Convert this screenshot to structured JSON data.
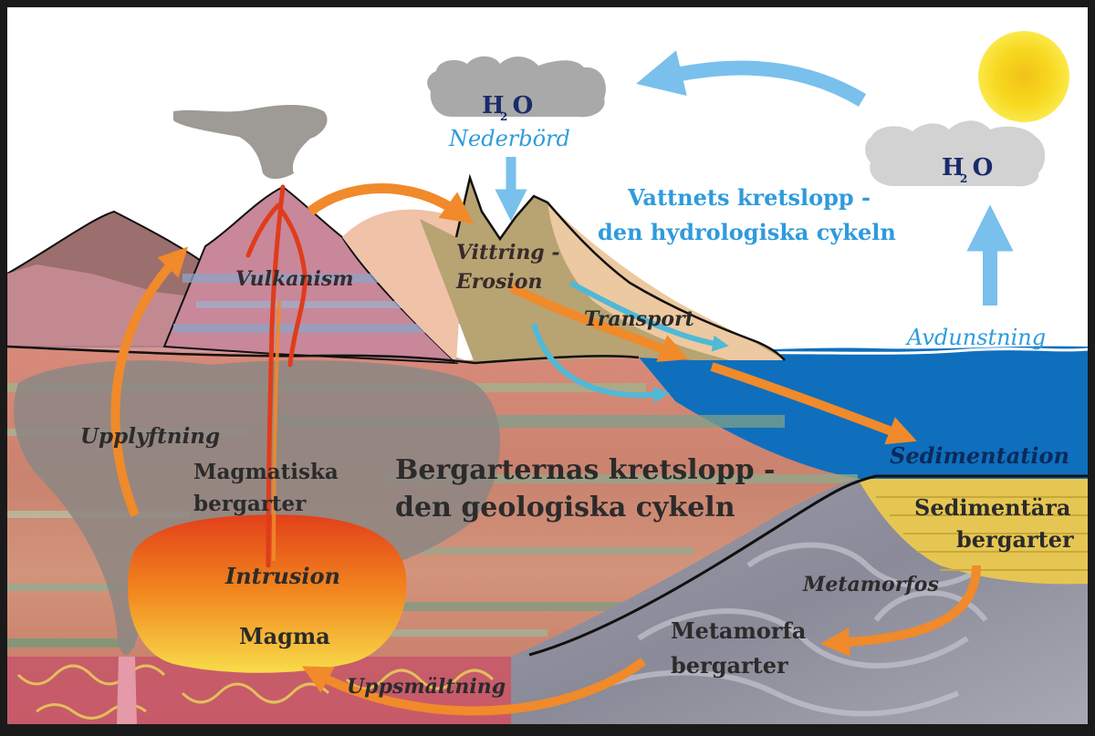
{
  "colors": {
    "sky": "#ffffff",
    "sea": "#0f6fbd",
    "water_arrow": "#79c0ec",
    "rock_arrow": "#f08a2a",
    "water_text": "#2f9bdc",
    "sun": "#f6d21c",
    "magma_top": "#e8471c",
    "magma_bottom": "#f7d84a",
    "text_dark": "#2b2b2b"
  },
  "water_cycle": {
    "cloud_left_label": "H O",
    "cloud_left_subscript": "2",
    "cloud_right_label": "H O",
    "cloud_right_subscript": "2",
    "precipitation": "Nederbörd",
    "evaporation": "Avdunstning",
    "title_line1": "Vattnets kretslopp -",
    "title_line2": "den hydrologiska cykeln"
  },
  "rock_cycle": {
    "title_line1": "Bergarternas kretslopp -",
    "title_line2": "den geologiska cykeln",
    "volcanism": "Vulkanism",
    "weathering_line1": "Vittring -",
    "weathering_line2": "Erosion",
    "transport": "Transport",
    "sedimentation": "Sedimentation",
    "sedimentary_line1": "Sedimentära",
    "sedimentary_line2": "bergarter",
    "metamorphosis": "Metamorfos",
    "metamorphic_line1": "Metamorfa",
    "metamorphic_line2": "bergarter",
    "remelting": "Uppsmältning",
    "magma": "Magma",
    "intrusion": "Intrusion",
    "igneous_line1": "Magmatiska",
    "igneous_line2": "bergarter",
    "uplift": "Upplyftning"
  },
  "icons": [
    "sun-icon",
    "cloud-icon",
    "volcano-plume"
  ]
}
